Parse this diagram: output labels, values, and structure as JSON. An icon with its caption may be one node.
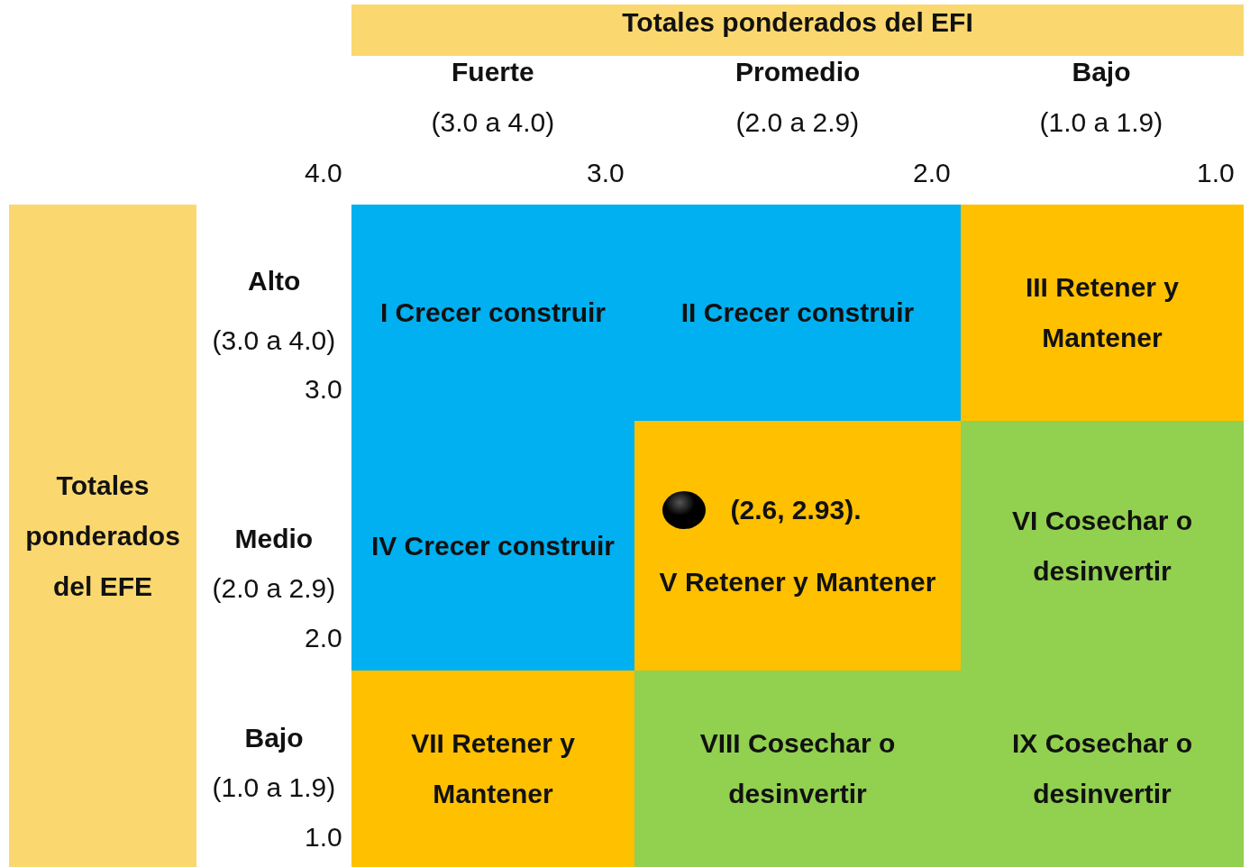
{
  "diagram": {
    "nodes": [
      {
        "text": [
          "Totales ponderados del EFI"
        ]
      },
      {
        "text": [
          "Totales ponderados del EFE"
        ]
      },
      {
        "text": [
          "I Crecer construir"
        ]
      },
      {
        "text": [
          "II Crecer construir"
        ]
      },
      {
        "text": [
          "III Retener y Mantener"
        ]
      },
      {
        "text": [
          "IV Crecer construir"
        ]
      },
      {
        "text": [
          "(2.6, 2.93).",
          "V Retener y Mantener"
        ]
      },
      {
        "text": [
          "VI Cosechar o desinvertir"
        ]
      },
      {
        "text": [
          "VII Retener y Mantener"
        ]
      },
      {
        "text": [
          "VIII Cosechar o desinvertir"
        ]
      },
      {
        "text": [
          "IX Cosechar o desinvertir"
        ]
      }
    ],
    "labels": [
      "Fuerte",
      "Promedio",
      "Bajo",
      "(3.0 a 4.0)",
      "(2.0 a 2.9)",
      "(1.0 a 1.9)",
      "4.0",
      "3.0",
      "2.0",
      "1.0",
      "Alto",
      "(3.0 a 4.0)",
      "3.0",
      "Medio",
      "(2.0 a 2.9)",
      "2.0",
      "Bajo",
      "(1.0 a 1.9)",
      "1.0"
    ]
  }
}
